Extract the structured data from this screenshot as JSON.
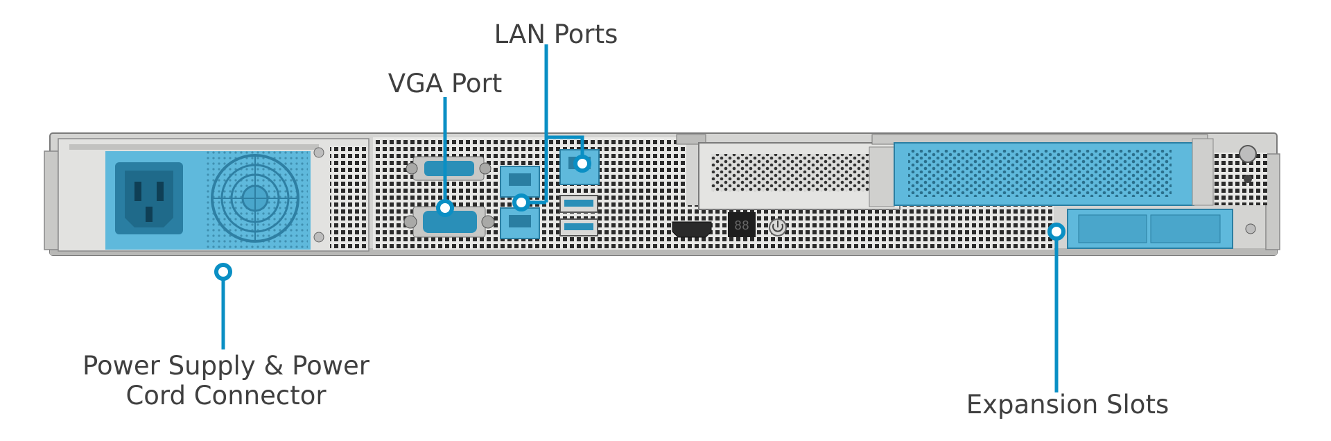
{
  "labels": {
    "lan": "LAN Ports",
    "vga": "VGA Port",
    "psu_line1": "Power Supply & Power",
    "psu_line2": "Cord Connector",
    "expansion": "Expansion Slots"
  },
  "colors": {
    "callout": "#0a8fc4",
    "accent_part": "#5fb9dc",
    "accent_dark": "#2a8fb8",
    "chassis": "#d8d8d6",
    "chassis_dark": "#8c8c8c",
    "text": "#3f3f3f"
  },
  "icons": [
    "power-icon",
    "hdmi-port-icon",
    "usb-port-icon",
    "seven-segment-display-icon",
    "screw-icon"
  ]
}
